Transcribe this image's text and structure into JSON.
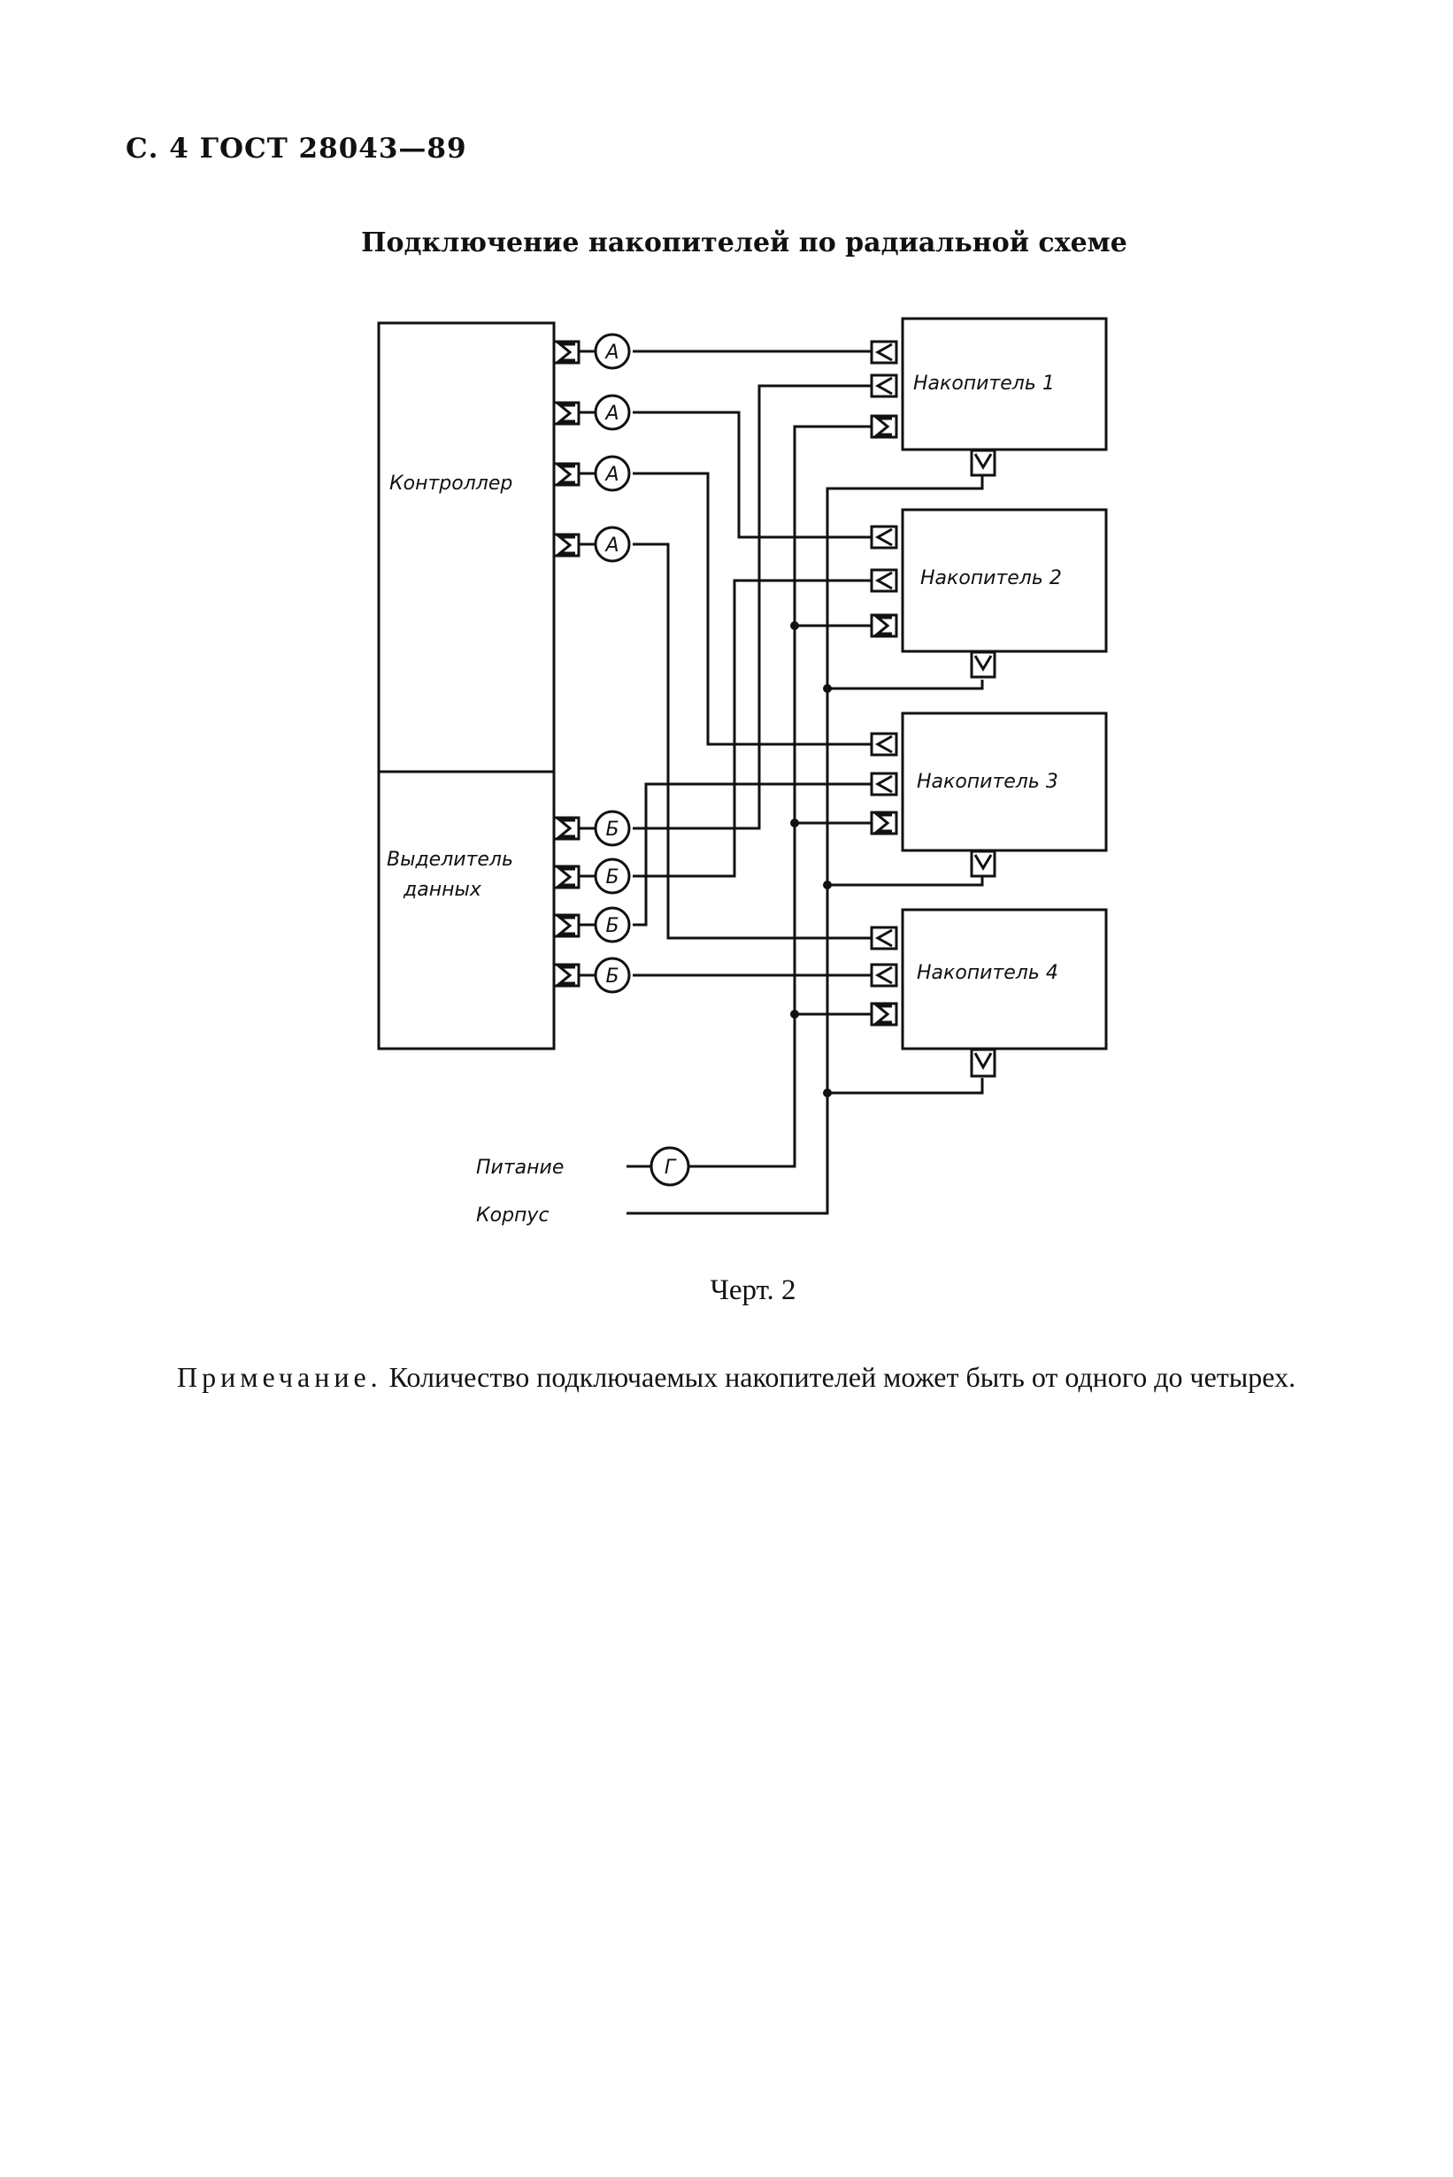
{
  "page": {
    "header": "С. 4 ГОСТ 28043—89",
    "title": "Подключение накопителей по радиальной схеме",
    "caption": "Черт. 2"
  },
  "diagram": {
    "controller_label": "Контроллер",
    "separator_label_line1": "Выделитель",
    "separator_label_line2": "данных",
    "connector_a": "А",
    "connector_b": "Б",
    "connector_g": "Г",
    "drive_labels": [
      "Накопитель 1",
      "Накопитель 2",
      "Накопитель 3",
      "Накопитель 4"
    ],
    "power_label": "Питание",
    "ground_label": "Корпус"
  },
  "note": {
    "label": "Примечание.",
    "text": "Количество подключаемых накопителей может быть от одного до четырех."
  }
}
